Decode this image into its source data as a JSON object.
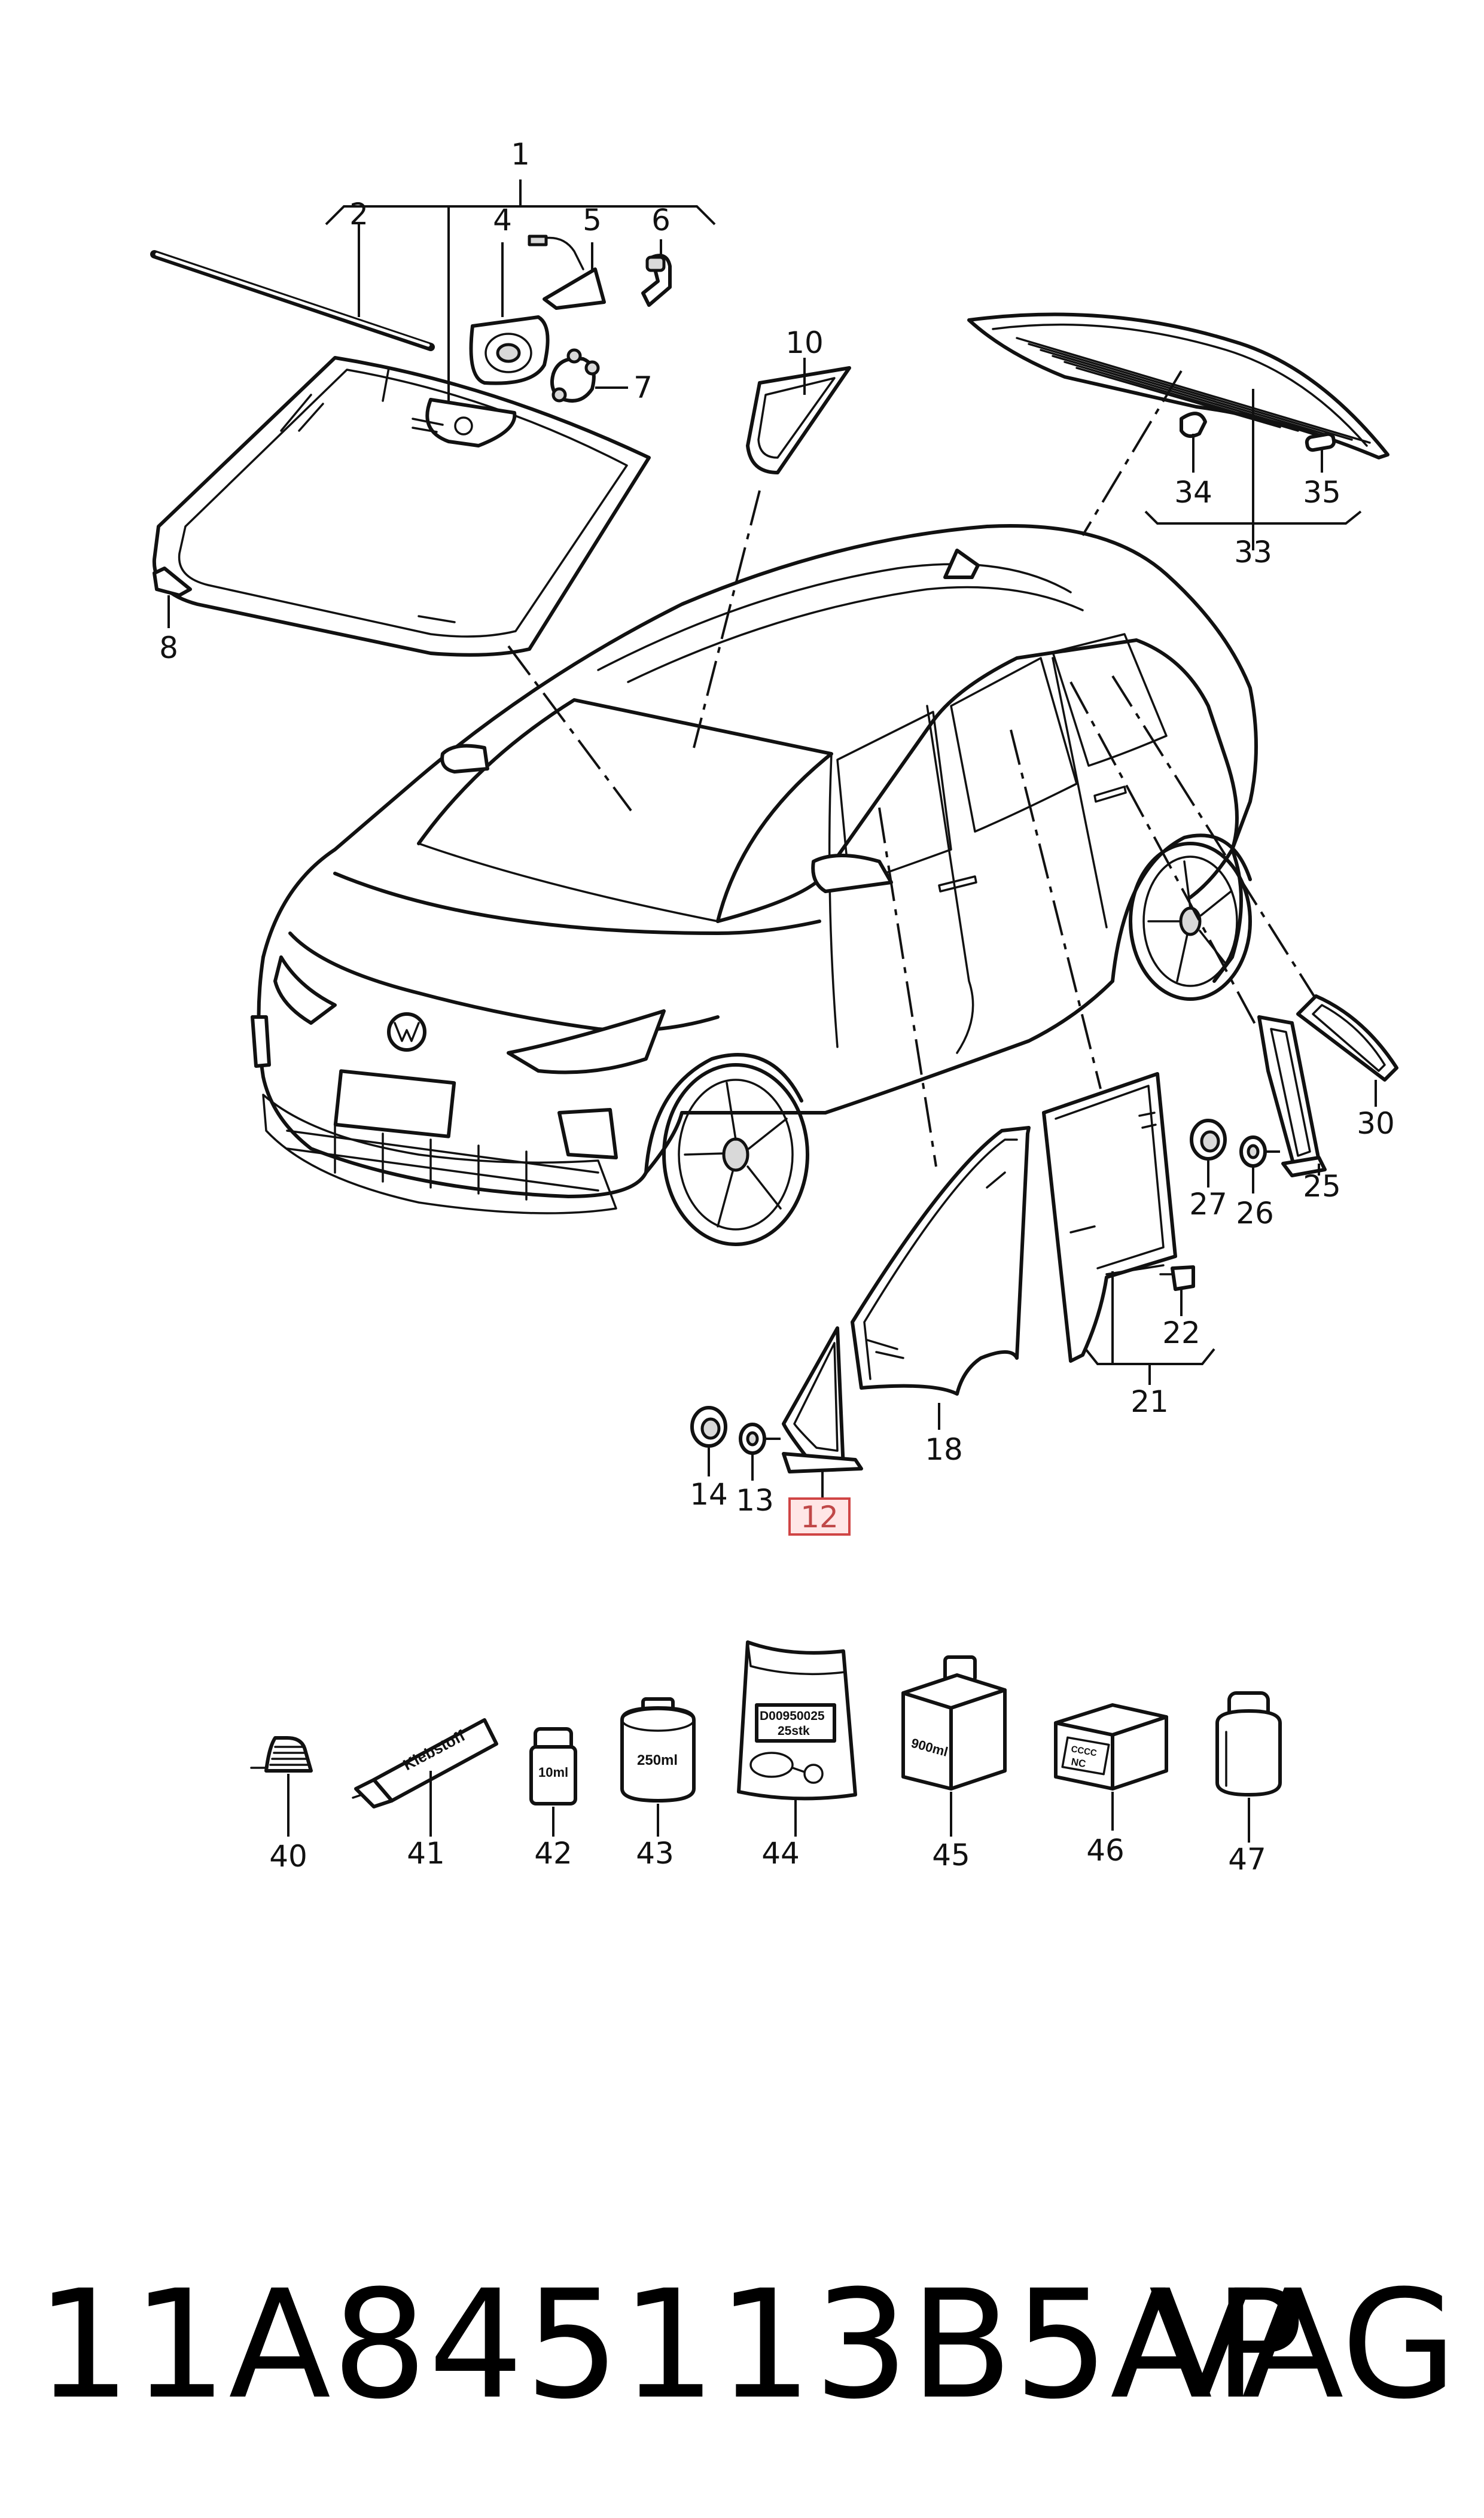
{
  "callouts": {
    "c1": "1",
    "c2": "2",
    "c4": "4",
    "c5": "5",
    "c6": "6",
    "c7": "7",
    "c8": "8",
    "c10": "10",
    "c12": "12",
    "c13": "13",
    "c14": "14",
    "c18": "18",
    "c21": "21",
    "c22": "22",
    "c25": "25",
    "c26": "26",
    "c27": "27",
    "c30": "30",
    "c33": "33",
    "c34": "34",
    "c35": "35",
    "c40": "40",
    "c41": "41",
    "c42": "42",
    "c43": "43",
    "c44": "44",
    "c45": "45",
    "c46": "46",
    "c47": "47"
  },
  "highlighted_part": "12",
  "labels": {
    "tube": "Klebstoff",
    "bottle_small": "10ml",
    "can": "250ml",
    "bag_line1": "D00950025",
    "bag_line2": "25stk",
    "box": "900ml",
    "kit_line1": "CCCC",
    "kit_line2": "NC"
  },
  "footer": {
    "part_number": "11A845113B5AP",
    "brand": "VAG"
  }
}
